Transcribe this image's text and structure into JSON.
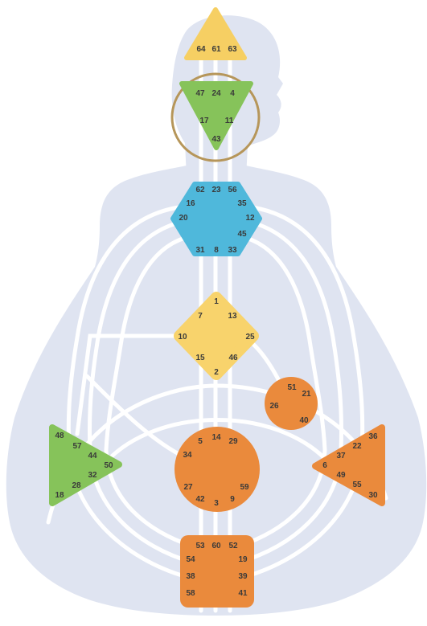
{
  "colors": {
    "silhouette": "#dfe4f1",
    "channel": "#ffffff",
    "head_center": "#f6cf63",
    "ajna_center": "#86c35a",
    "throat_center": "#4fb8db",
    "g_center": "#f8d36c",
    "ego_center": "#ea8a3c",
    "spleen_center": "#86c35a",
    "sacral_center": "#ea8a3c",
    "solar_plexus_center": "#ea8a3c",
    "root_center": "#ea8a3c",
    "ring": "#b6965a"
  },
  "centers": {
    "head": {
      "gates": [
        "64",
        "61",
        "63"
      ]
    },
    "ajna": {
      "gates": [
        "47",
        "24",
        "4",
        "17",
        "11",
        "43"
      ]
    },
    "throat": {
      "gates": [
        "62",
        "23",
        "56",
        "16",
        "35",
        "20",
        "12",
        "45",
        "31",
        "8",
        "33"
      ]
    },
    "g": {
      "gates": [
        "1",
        "7",
        "13",
        "10",
        "25",
        "15",
        "46",
        "2"
      ]
    },
    "ego": {
      "gates": [
        "51",
        "21",
        "26",
        "40"
      ]
    },
    "spleen": {
      "gates": [
        "48",
        "57",
        "44",
        "50",
        "32",
        "28",
        "18"
      ]
    },
    "sacral": {
      "gates": [
        "5",
        "14",
        "29",
        "34",
        "27",
        "59",
        "42",
        "3",
        "9"
      ]
    },
    "solar_plexus": {
      "gates": [
        "36",
        "22",
        "37",
        "6",
        "49",
        "55",
        "30"
      ]
    },
    "root": {
      "gates": [
        "53",
        "60",
        "52",
        "54",
        "19",
        "38",
        "39",
        "58",
        "41"
      ]
    }
  }
}
